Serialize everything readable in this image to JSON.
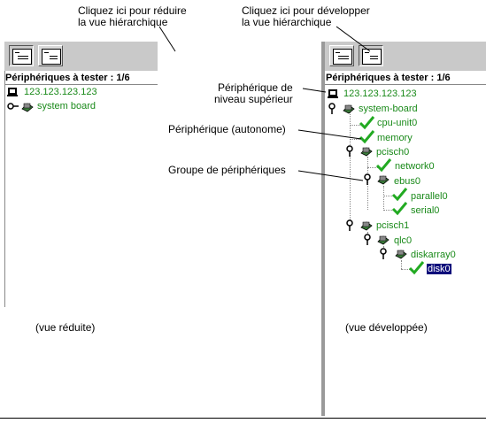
{
  "callouts": {
    "collapse": [
      "Cliquez ici pour réduire",
      "la vue hiérarchique"
    ],
    "expand": [
      "Cliquez ici pour développer",
      "la vue hiérarchique"
    ],
    "top_level": [
      "Périphérique  de",
      "niveau supérieur"
    ],
    "standalone": "Périphérique   (autonome)",
    "group": "Groupe  de  périphériques"
  },
  "panel_title": "Périphériques à tester : 1/6",
  "left_tree": {
    "root": "123.123.123.123",
    "child": "system board"
  },
  "right_tree": {
    "root": "123.123.123.123",
    "system_board": "system-board",
    "cpu": "cpu-unit0",
    "memory": "memory",
    "pcisch0": "pcisch0",
    "network": "network0",
    "ebus": "ebus0",
    "parallel": "parallel0",
    "serial": "serial0",
    "pcisch1": "pcisch1",
    "qlc": "qlc0",
    "diskarray": "diskarray0",
    "disk": "disk0"
  },
  "captions": {
    "collapsed": "(vue réduite)",
    "expanded": "(vue développée)"
  },
  "colors": {
    "node_green": "#1a8a1a",
    "toolbar": "#c9c9c9",
    "check": "#22aa22",
    "selection": "#0a0a7a"
  }
}
